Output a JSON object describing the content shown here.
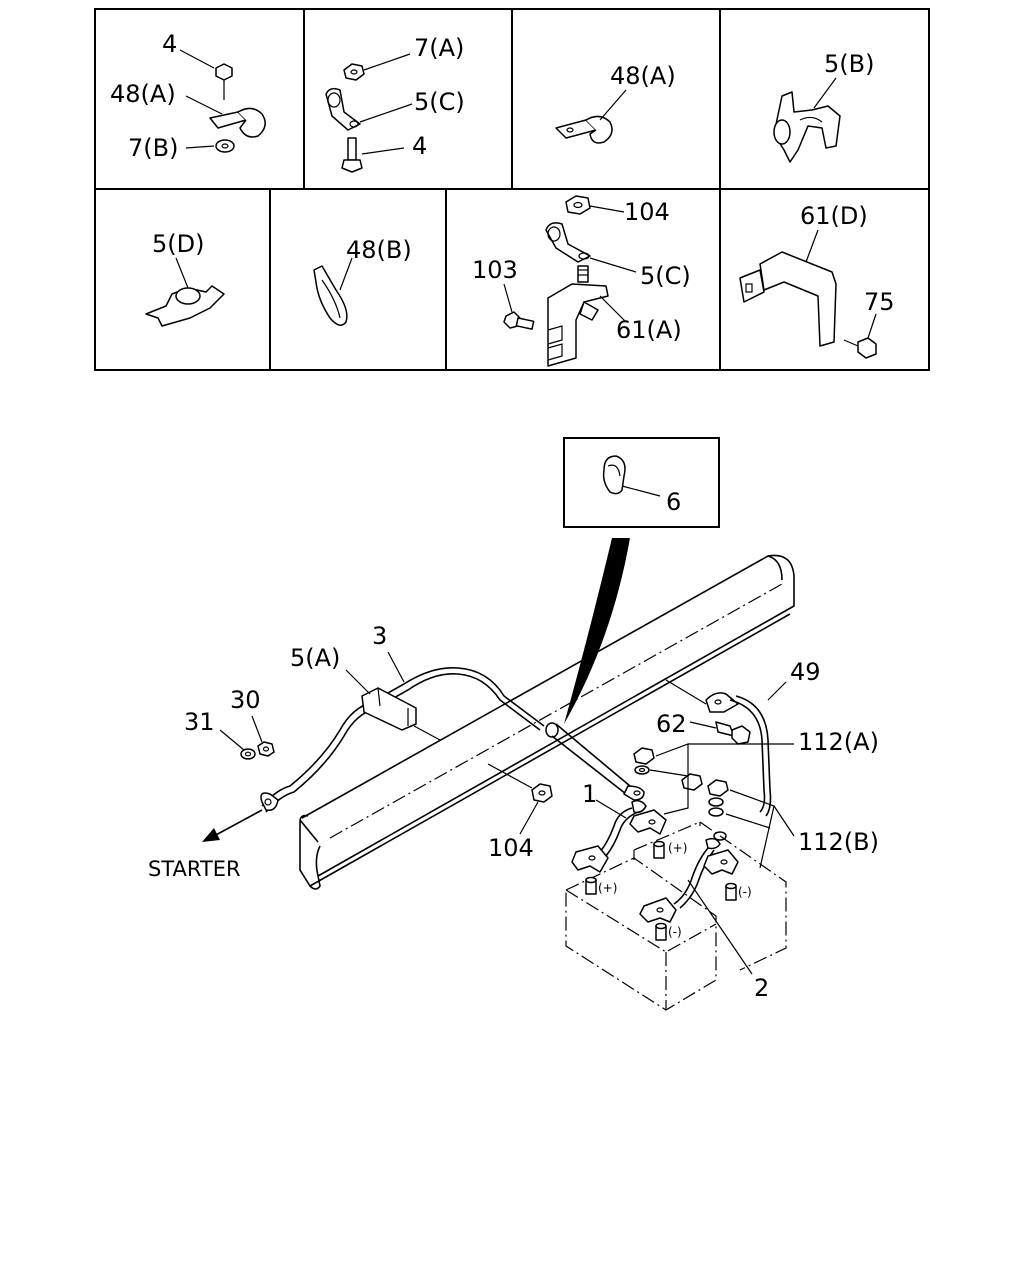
{
  "callouts": {
    "c1": {
      "label": "4"
    },
    "c2": {
      "label": "48(A)"
    },
    "c3": {
      "label": "7(B)"
    },
    "c4": {
      "label": "7(A)"
    },
    "c5": {
      "label": "5(C)"
    },
    "c6": {
      "label": "4"
    },
    "c7": {
      "label": "48(A)"
    },
    "c8": {
      "label": "5(B)"
    },
    "c9": {
      "label": "5(D)"
    },
    "c10": {
      "label": "48(B)"
    },
    "c11": {
      "label": "104"
    },
    "c12": {
      "label": "103"
    },
    "c13": {
      "label": "5(C)"
    },
    "c14": {
      "label": "61(A)"
    },
    "c15": {
      "label": "61(D)"
    },
    "c16": {
      "label": "75"
    },
    "c17": {
      "label": "6"
    },
    "c18": {
      "label": "3"
    },
    "c19": {
      "label": "5(A)"
    },
    "c20": {
      "label": "49"
    },
    "c21": {
      "label": "30"
    },
    "c22": {
      "label": "31"
    },
    "c23": {
      "label": "62"
    },
    "c24": {
      "label": "112(A)"
    },
    "c25": {
      "label": "1"
    },
    "c26": {
      "label": "104"
    },
    "c27": {
      "label": "112(B)"
    },
    "c28": {
      "label": "STARTER"
    },
    "c29": {
      "label": "2"
    }
  },
  "terminals": {
    "t1": {
      "label": "(+)"
    },
    "t2": {
      "label": "(-)"
    },
    "t3": {
      "label": "(+)"
    },
    "t4": {
      "label": "(-)"
    }
  }
}
